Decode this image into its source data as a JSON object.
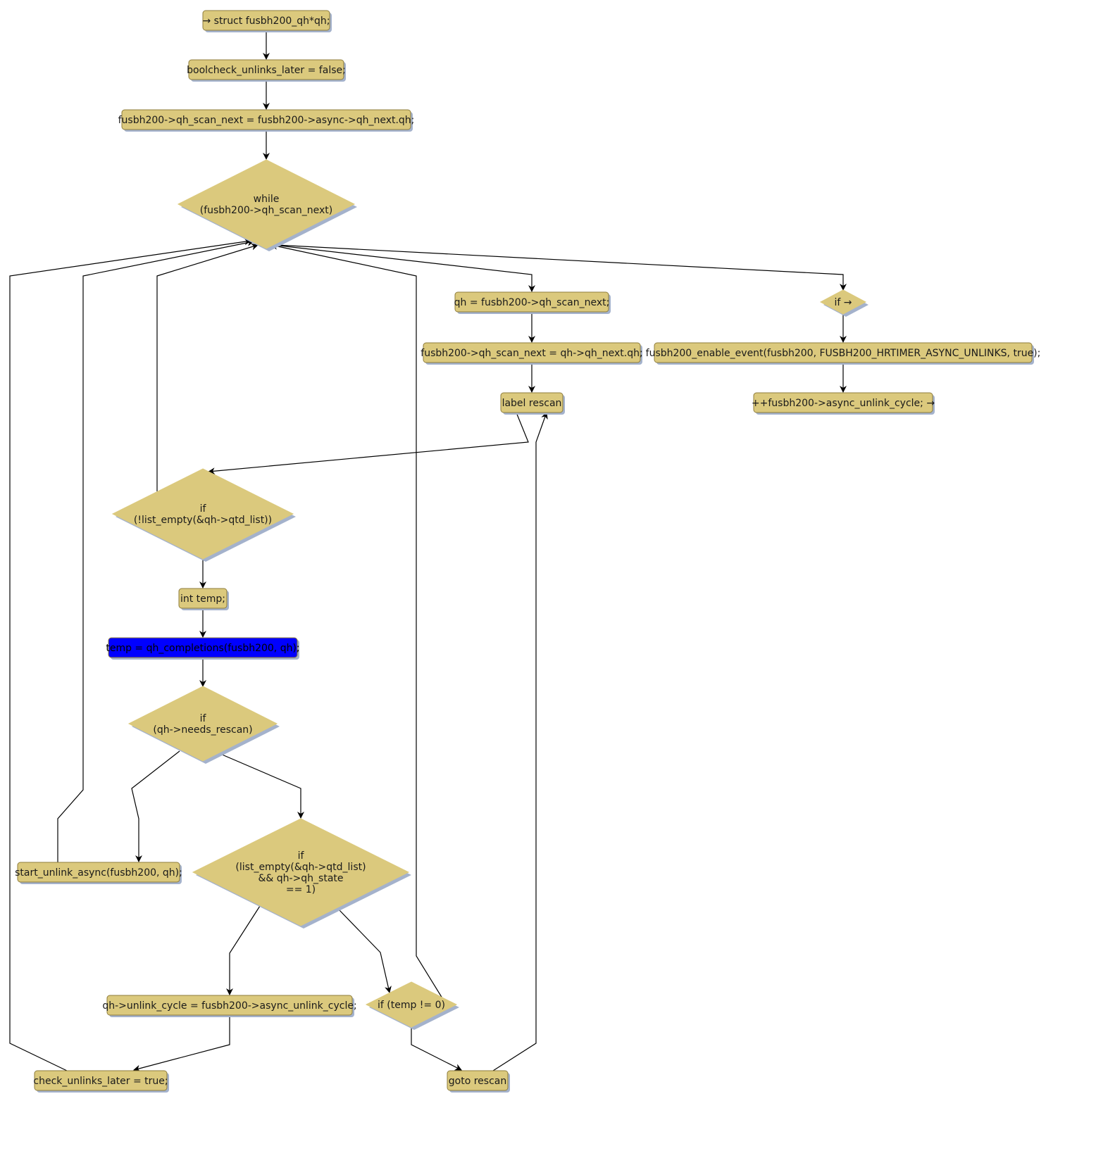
{
  "diagram": {
    "type": "flowchart",
    "colors": {
      "node_fill": "#dbc97d",
      "node_border": "#8f7d3c",
      "node_shadow": "#a4b2cc",
      "highlight_fill": "#0000ff",
      "edge": "#000000"
    },
    "nodes": [
      {
        "id": "n1",
        "shape": "box",
        "lines": [
          "→ struct fusbh200_qh*qh;"
        ]
      },
      {
        "id": "n2",
        "shape": "box",
        "lines": [
          "boolcheck_unlinks_later = false;"
        ]
      },
      {
        "id": "n3",
        "shape": "box",
        "lines": [
          "fusbh200->qh_scan_next = fusbh200->async->qh_next.qh;"
        ]
      },
      {
        "id": "n4",
        "shape": "diamond",
        "lines": [
          "while",
          "(fusbh200->qh_scan_next)"
        ]
      },
      {
        "id": "n5",
        "shape": "box",
        "lines": [
          "qh = fusbh200->qh_scan_next;"
        ]
      },
      {
        "id": "n6",
        "shape": "box",
        "lines": [
          "fusbh200->qh_scan_next = qh->qh_next.qh;"
        ]
      },
      {
        "id": "n7",
        "shape": "box",
        "lines": [
          "label rescan"
        ]
      },
      {
        "id": "n8",
        "shape": "diamond",
        "lines": [
          "if →"
        ]
      },
      {
        "id": "n9",
        "shape": "box",
        "lines": [
          "fusbh200_enable_event(fusbh200, FUSBH200_HRTIMER_ASYNC_UNLINKS, true);"
        ]
      },
      {
        "id": "n10",
        "shape": "box",
        "lines": [
          "++fusbh200->async_unlink_cycle; →"
        ]
      },
      {
        "id": "n11",
        "shape": "diamond",
        "lines": [
          "if",
          "(!list_empty(&qh->qtd_list))"
        ]
      },
      {
        "id": "n12",
        "shape": "box",
        "lines": [
          "int temp;"
        ]
      },
      {
        "id": "n13",
        "shape": "box",
        "highlight": true,
        "lines": [
          "temp = qh_completions(fusbh200, qh);"
        ]
      },
      {
        "id": "n14",
        "shape": "diamond",
        "lines": [
          "if",
          "(qh->needs_rescan)"
        ]
      },
      {
        "id": "n15",
        "shape": "box",
        "lines": [
          "start_unlink_async(fusbh200, qh);"
        ]
      },
      {
        "id": "n16",
        "shape": "diamond",
        "lines": [
          "if",
          "(list_empty(&qh->qtd_list)",
          "&& qh->qh_state",
          "== 1)"
        ]
      },
      {
        "id": "n17",
        "shape": "box",
        "lines": [
          "qh->unlink_cycle = fusbh200->async_unlink_cycle;"
        ]
      },
      {
        "id": "n18",
        "shape": "diamond",
        "lines": [
          "if (temp != 0)"
        ]
      },
      {
        "id": "n19",
        "shape": "box",
        "lines": [
          "check_unlinks_later = true;"
        ]
      },
      {
        "id": "n20",
        "shape": "box",
        "lines": [
          "goto rescan"
        ]
      }
    ],
    "edges": [
      {
        "from": "n1",
        "to": "n2"
      },
      {
        "from": "n2",
        "to": "n3"
      },
      {
        "from": "n3",
        "to": "n4"
      },
      {
        "from": "n4",
        "to": "n5"
      },
      {
        "from": "n4",
        "to": "n8"
      },
      {
        "from": "n5",
        "to": "n6"
      },
      {
        "from": "n6",
        "to": "n7"
      },
      {
        "from": "n7",
        "to": "n11"
      },
      {
        "from": "n8",
        "to": "n9"
      },
      {
        "from": "n9",
        "to": "n10"
      },
      {
        "from": "n11",
        "to": "n12"
      },
      {
        "from": "n11",
        "to": "n4"
      },
      {
        "from": "n12",
        "to": "n13"
      },
      {
        "from": "n13",
        "to": "n14"
      },
      {
        "from": "n14",
        "to": "n15"
      },
      {
        "from": "n14",
        "to": "n16"
      },
      {
        "from": "n15",
        "to": "n4"
      },
      {
        "from": "n16",
        "to": "n17"
      },
      {
        "from": "n16",
        "to": "n18"
      },
      {
        "from": "n17",
        "to": "n19"
      },
      {
        "from": "n19",
        "to": "n4"
      },
      {
        "from": "n18",
        "to": "n20"
      },
      {
        "from": "n18",
        "to": "n4"
      },
      {
        "from": "n20",
        "to": "n7"
      }
    ]
  }
}
